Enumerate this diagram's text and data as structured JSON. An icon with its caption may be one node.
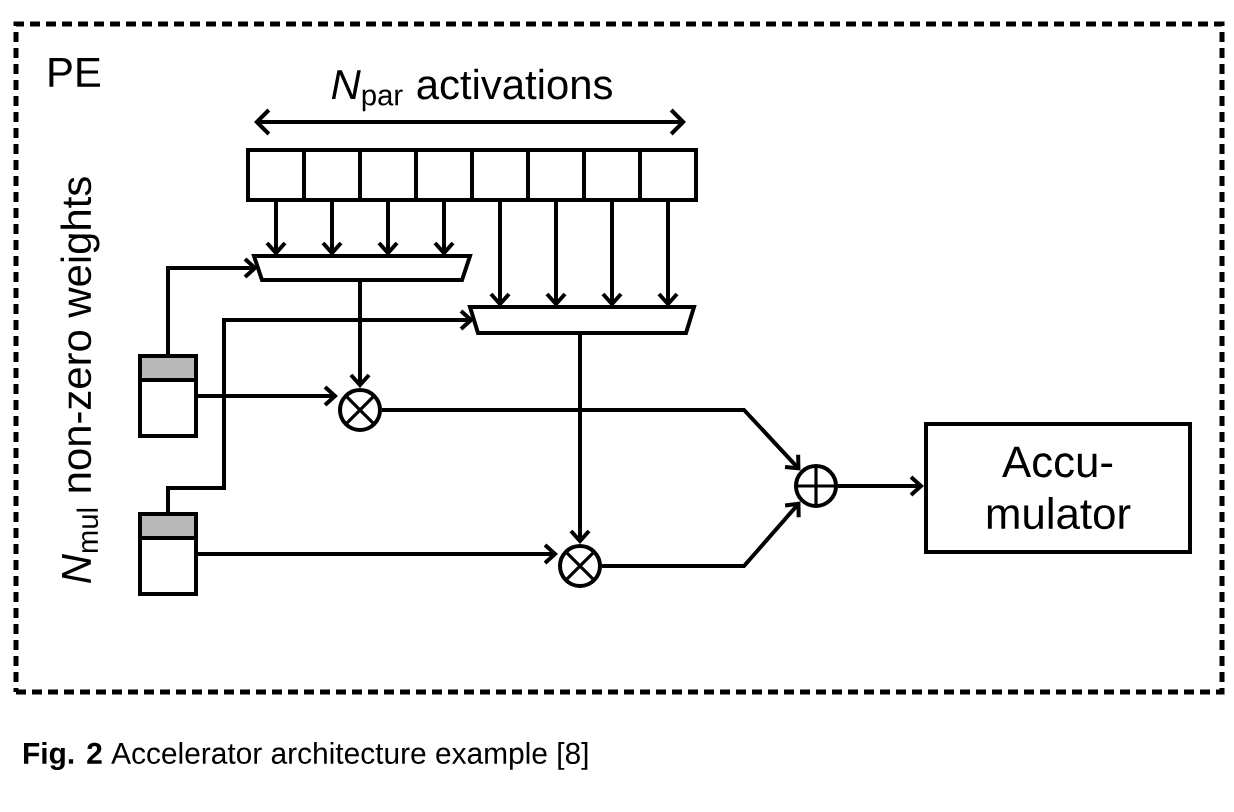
{
  "diagram": {
    "caption": "**Fig. 2** Accelerator architecture example [8]",
    "nodes": [
      {
        "text": [
          "PE"
        ]
      },
      {
        "text": [],
        "shape": "box",
        "in": 0
      },
      {
        "text": [],
        "shape": "box",
        "in": 0
      },
      {
        "text": [],
        "shape": "box",
        "in": 0
      },
      {
        "text": [],
        "shape": "box",
        "in": 0
      },
      {
        "text": [],
        "shape": "box",
        "in": 0
      },
      {
        "text": [],
        "shape": "box",
        "in": 0
      },
      {
        "text": [],
        "shape": "box",
        "in": 0
      },
      {
        "text": [],
        "shape": "box",
        "in": 0
      },
      {
        "text": [],
        "shape": "trapezoid",
        "in": 0
      },
      {
        "text": [],
        "shape": "trapezoid",
        "in": 0
      },
      {
        "text": [],
        "shape": "box",
        "in": 0
      },
      {
        "text": [],
        "shape": "box",
        "in": 0
      },
      {
        "text": [],
        "shape": "circle",
        "in": 0
      },
      {
        "text": [],
        "shape": "circle",
        "in": 0
      },
      {
        "text": [],
        "shape": "circle",
        "in": 0
      },
      {
        "text": [
          "Accu- mulator"
        ],
        "in": 0
      }
    ],
    "edges": [
      {
        "from": 1,
        "to": 9,
        "arrow": "to"
      },
      {
        "from": 2,
        "to": 9,
        "arrow": "to"
      },
      {
        "from": 3,
        "to": 9,
        "arrow": "to"
      },
      {
        "from": 4,
        "to": 9,
        "arrow": "to"
      },
      {
        "from": 5,
        "to": 10,
        "arrow": "to"
      },
      {
        "from": 6,
        "to": 10,
        "arrow": "to"
      },
      {
        "from": 7,
        "to": 10,
        "arrow": "to"
      },
      {
        "from": 8,
        "to": 10,
        "arrow": "to"
      },
      {
        "from": 11,
        "to": 9,
        "arrow": "to"
      },
      {
        "from": 12,
        "to": 10,
        "arrow": "to"
      },
      {
        "from": 9,
        "to": 13,
        "arrow": "to"
      },
      {
        "from": 10,
        "to": 14,
        "arrow": "to"
      },
      {
        "from": 11,
        "to": 13,
        "arrow": "to"
      },
      {
        "from": 12,
        "to": 14,
        "arrow": "to"
      },
      {
        "from": 13,
        "to": 15,
        "arrow": "to"
      },
      {
        "from": 14,
        "to": 15,
        "arrow": "to"
      },
      {
        "from": 15,
        "to": 16,
        "arrow": "to"
      }
    ],
    "labels": [
      "*N*$_{par}$ activations",
      "*N*$_{mul}$ non-zero weights"
    ]
  }
}
